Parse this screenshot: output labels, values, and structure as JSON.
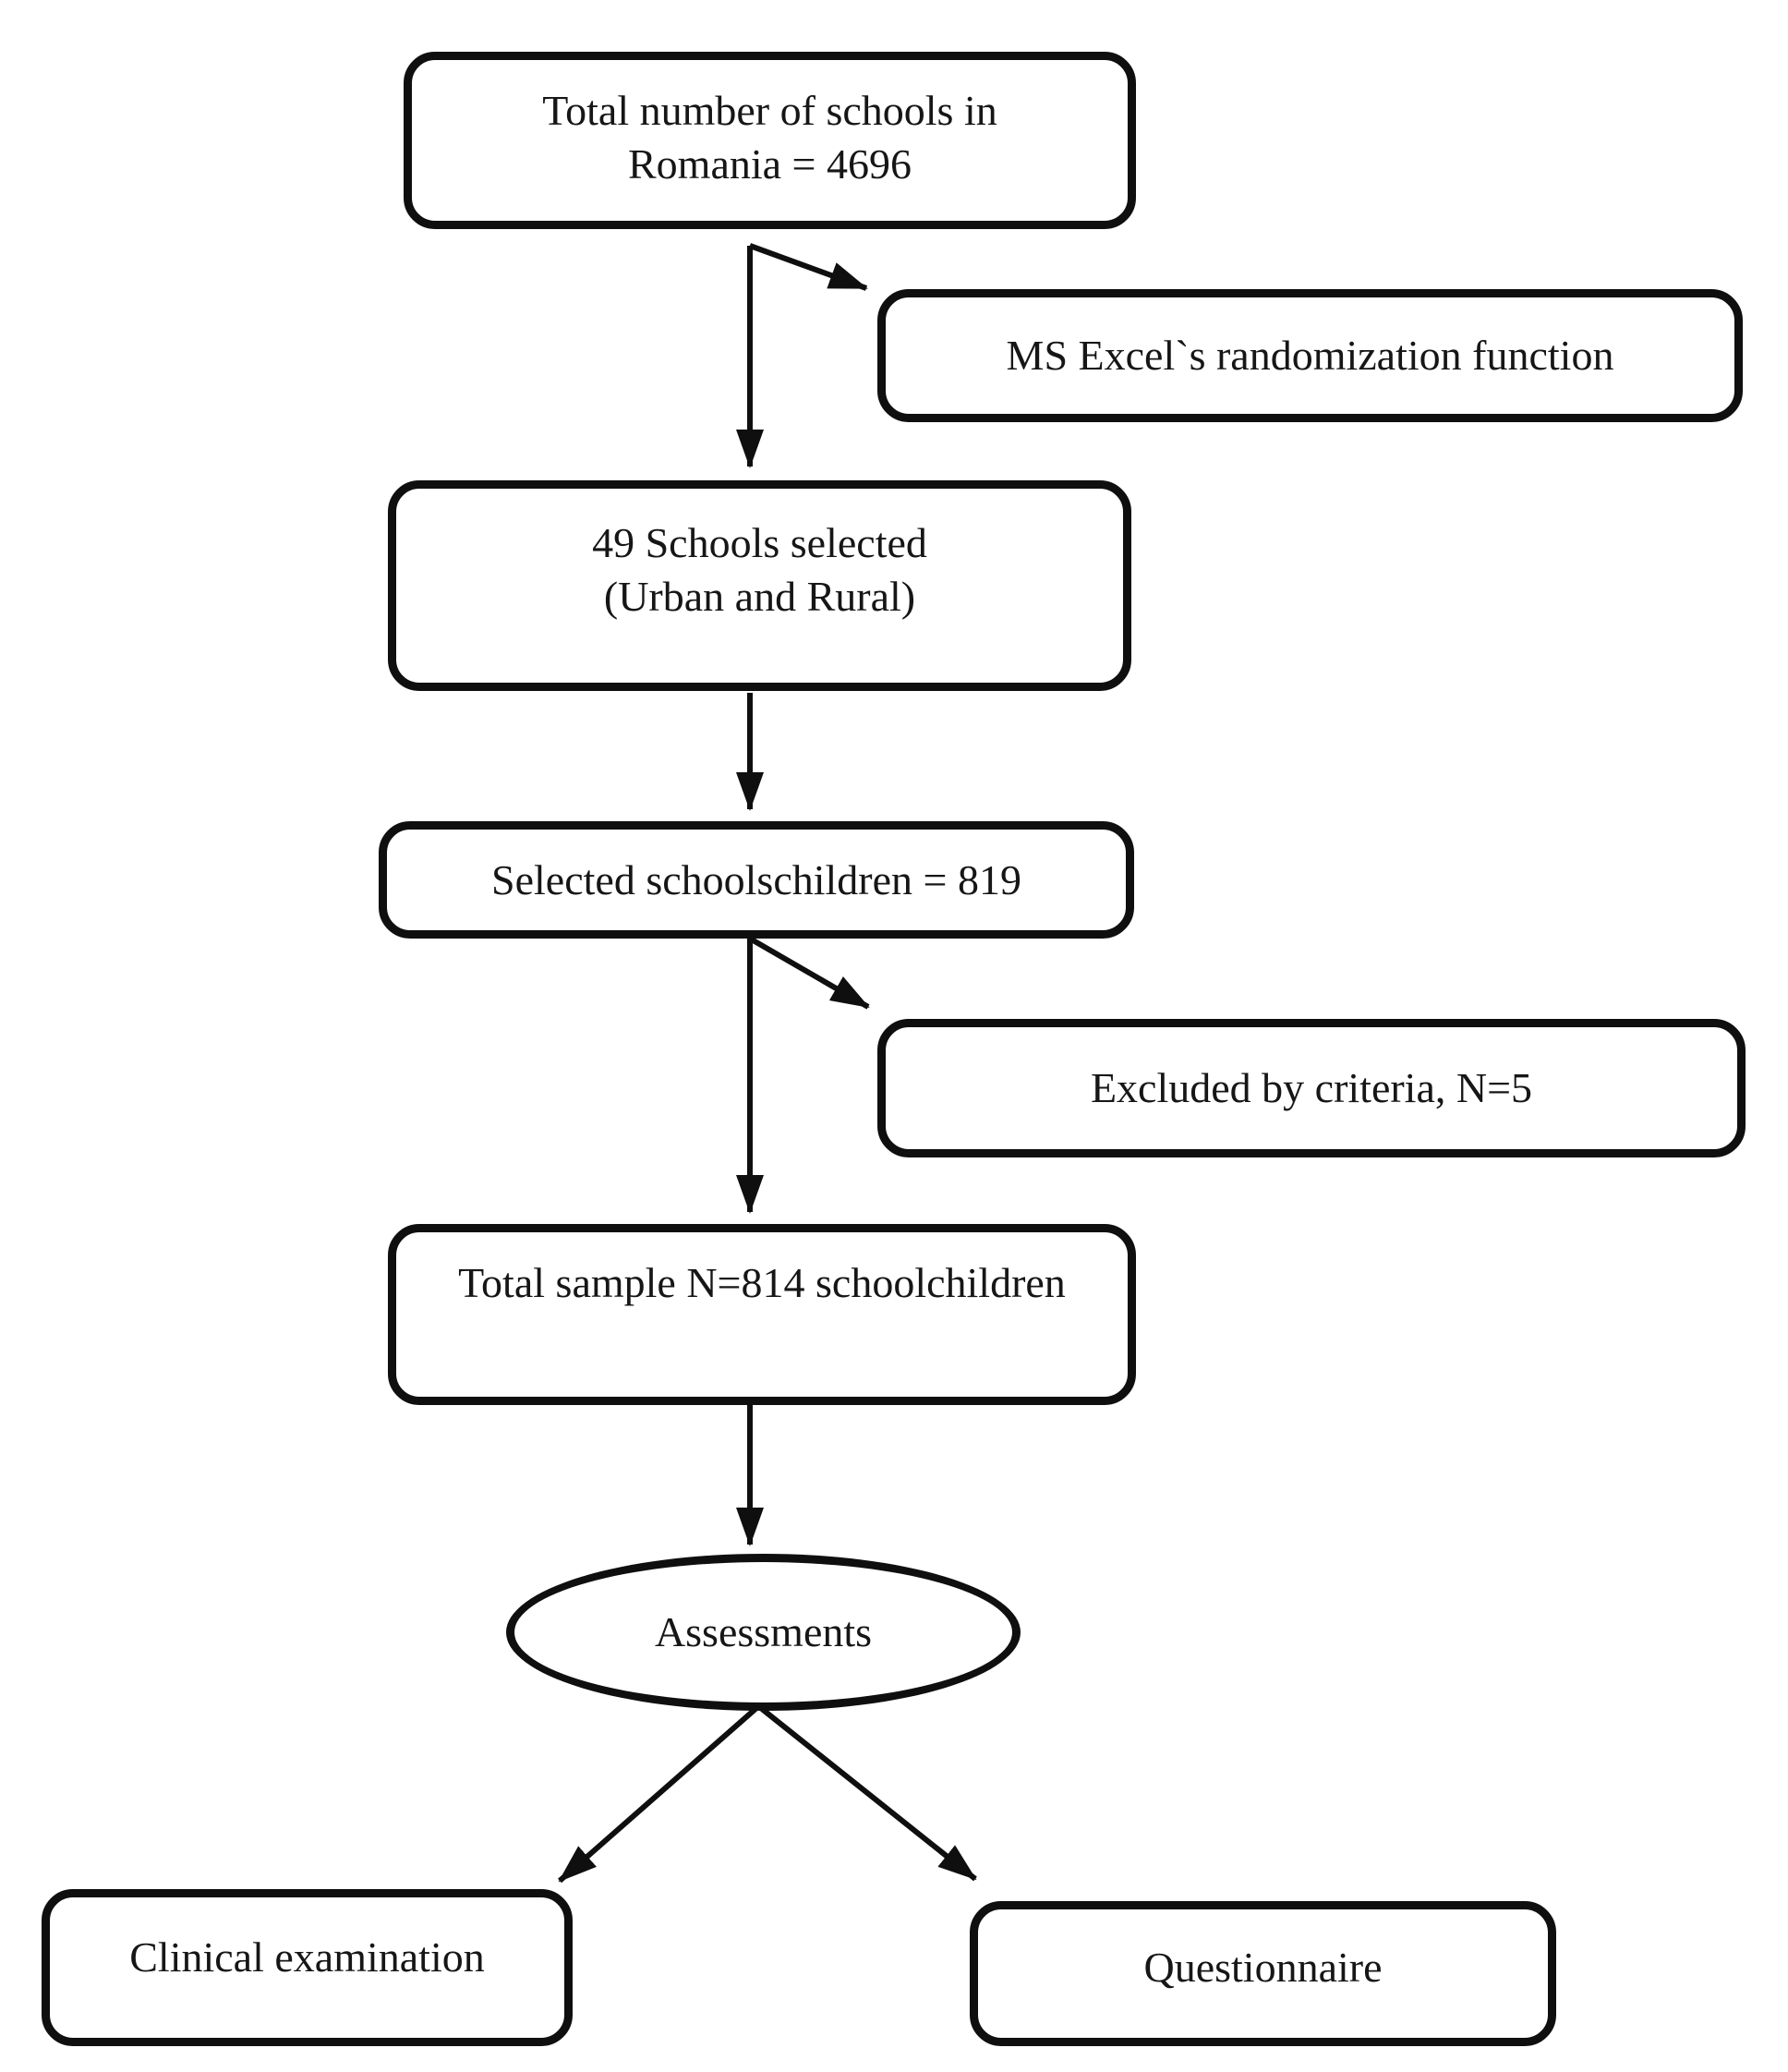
{
  "colors": {
    "ink": "#0f0f0f",
    "paper": "#ffffff"
  },
  "nodes": {
    "total_schools": {
      "line1": "Total number of schools in",
      "line2": "Romania = 4696"
    },
    "randomization": {
      "label": "MS Excel`s randomization function"
    },
    "schools_selected": {
      "line1": "49 Schools selected",
      "line2": "(Urban and Rural)"
    },
    "selected_schoolchildren": {
      "label": "Selected schoolschildren = 819"
    },
    "excluded": {
      "label": "Excluded by criteria, N=5"
    },
    "total_sample": {
      "label": "Total sample N=814 schoolchildren"
    },
    "assessments": {
      "label": "Assessments"
    },
    "clinical_examination": {
      "label": "Clinical examination"
    },
    "questionnaire": {
      "label": "Questionnaire"
    }
  }
}
